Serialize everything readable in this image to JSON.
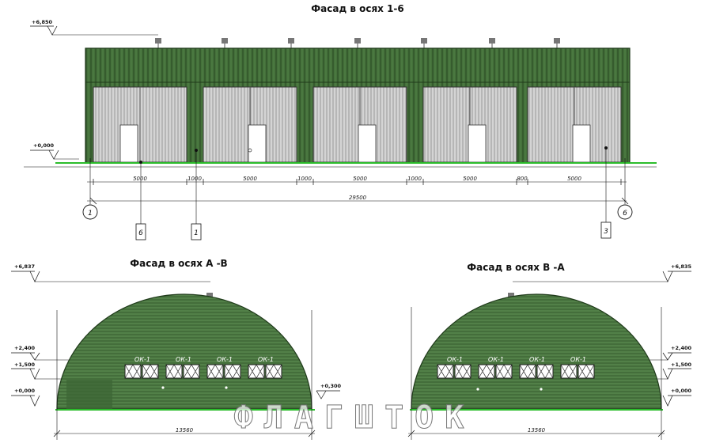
{
  "titles": {
    "front": "Фасад в осях 1-6",
    "left": "Фасад в осях А -В",
    "right": "Фасад в осях В -А"
  },
  "elevations": {
    "front_top": "+6,850",
    "front_ground": "+0,000",
    "left_top": "+6,837",
    "left_2400": "+2,400",
    "left_1500": "+1,500",
    "left_ground": "+0,000",
    "left_0300": "+0,300",
    "right_top": "+6,835",
    "right_2400": "+2,400",
    "right_1500": "+1,500",
    "right_ground": "+0,000"
  },
  "front_dims": [
    "5000",
    "1000",
    "5000",
    "1000",
    "5000",
    "1000",
    "5000",
    "800",
    "5000"
  ],
  "front_overall": "29500",
  "axes": {
    "a1": "1",
    "a6": "6"
  },
  "tags": {
    "t6": "6",
    "t1": "1",
    "t3": "3"
  },
  "side_overall": {
    "left": "13560",
    "right": "13560"
  },
  "window_label": "ОК-1",
  "watermark": "ФЛАГШТОК",
  "colors": {
    "panel": "#44703a",
    "stripe": "#2d4f27",
    "door": "#c9c9c9",
    "ground": "#2bbd2b"
  }
}
